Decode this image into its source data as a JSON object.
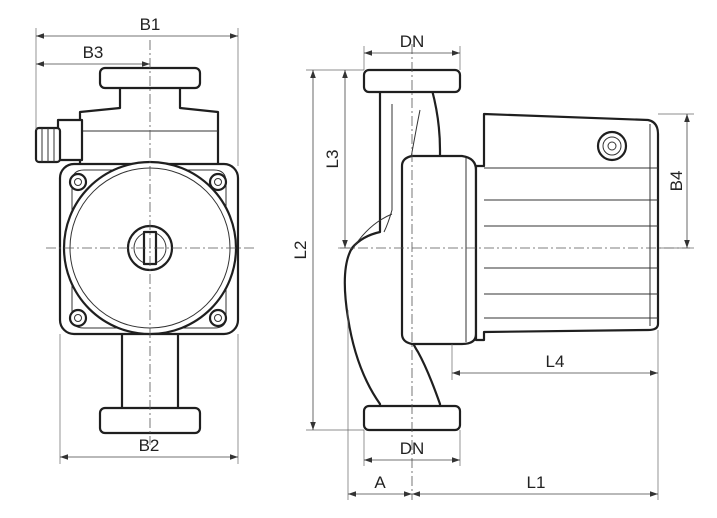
{
  "dimensions": {
    "b1": "B1",
    "b2": "B2",
    "b3": "B3",
    "b4": "B4",
    "dn_top": "DN",
    "dn_bottom": "DN",
    "l1": "L1",
    "l2": "L2",
    "l3": "L3",
    "l4": "L4",
    "a": "A"
  },
  "colors": {
    "line": "#1f1f1f",
    "background": "#ffffff"
  }
}
